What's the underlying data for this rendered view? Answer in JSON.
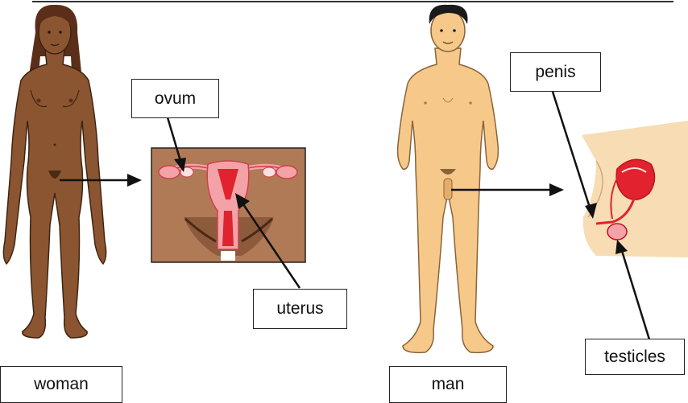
{
  "labels": {
    "ovum": "ovum",
    "uterus": "uterus",
    "woman": "woman",
    "penis": "penis",
    "man": "man",
    "testicles": "testicles"
  },
  "colors": {
    "woman_skin": "#8b5531",
    "woman_outline": "#3d2412",
    "woman_hair": "#5a2e18",
    "man_skin": "#f6c98a",
    "man_outline": "#8a6438",
    "man_hair": "#1a1a1a",
    "uterus_panel_bg": "#b07a56",
    "organ_red": "#e0232e",
    "organ_pink": "#f3a3a8",
    "male_panel_bg": "#f7dcb4",
    "line": "#111111"
  }
}
